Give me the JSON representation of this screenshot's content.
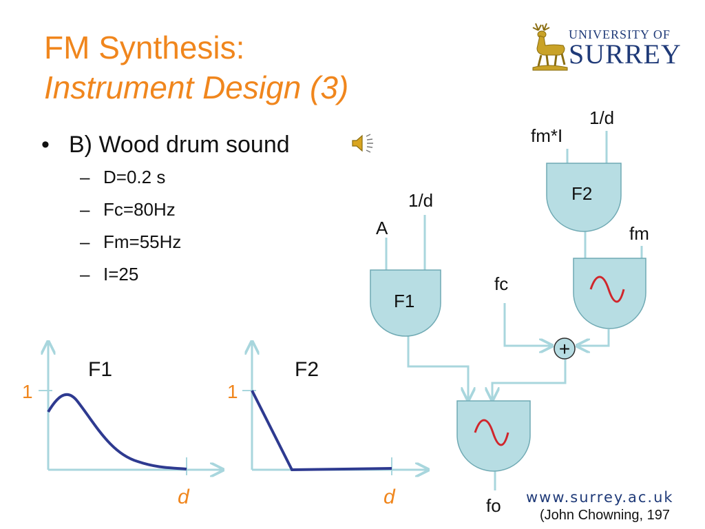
{
  "title": {
    "line1": "FM Synthesis:",
    "line2": "Instrument Design (3)"
  },
  "logo": {
    "line1": "UNIVERSITY OF",
    "line2": "SURREY",
    "icon": "stag-emblem-icon"
  },
  "bullets": {
    "main": "B) Wood drum sound",
    "sub_items": [
      "D=0.2 s",
      "Fc=80Hz",
      "Fm=55Hz",
      "I=25"
    ],
    "speaker_icon": "speaker-icon"
  },
  "diagram": {
    "label_A": "A",
    "label_1d_f1": "1/d",
    "label_f1": "F1",
    "label_fm_i": "fm*I",
    "label_1d_f2": "1/d",
    "label_f2": "F2",
    "label_fm": "fm",
    "label_fc": "fc",
    "label_plus": "+",
    "label_fo": "fo"
  },
  "graphs": {
    "f1": {
      "title": "F1",
      "y_tick": "1",
      "x_label": "d"
    },
    "f2": {
      "title": "F2",
      "y_tick": "1",
      "x_label": "d"
    }
  },
  "footer": {
    "website": "www.surrey.ac.uk",
    "citation": "(John Chowning, 197"
  },
  "colors": {
    "title": "#f0861d",
    "unit_fill": "#b7dde3",
    "arrow": "#a8d6dd",
    "curve": "#2e3a90",
    "wave": "#d0262c",
    "orange_label": "#f0861d"
  }
}
